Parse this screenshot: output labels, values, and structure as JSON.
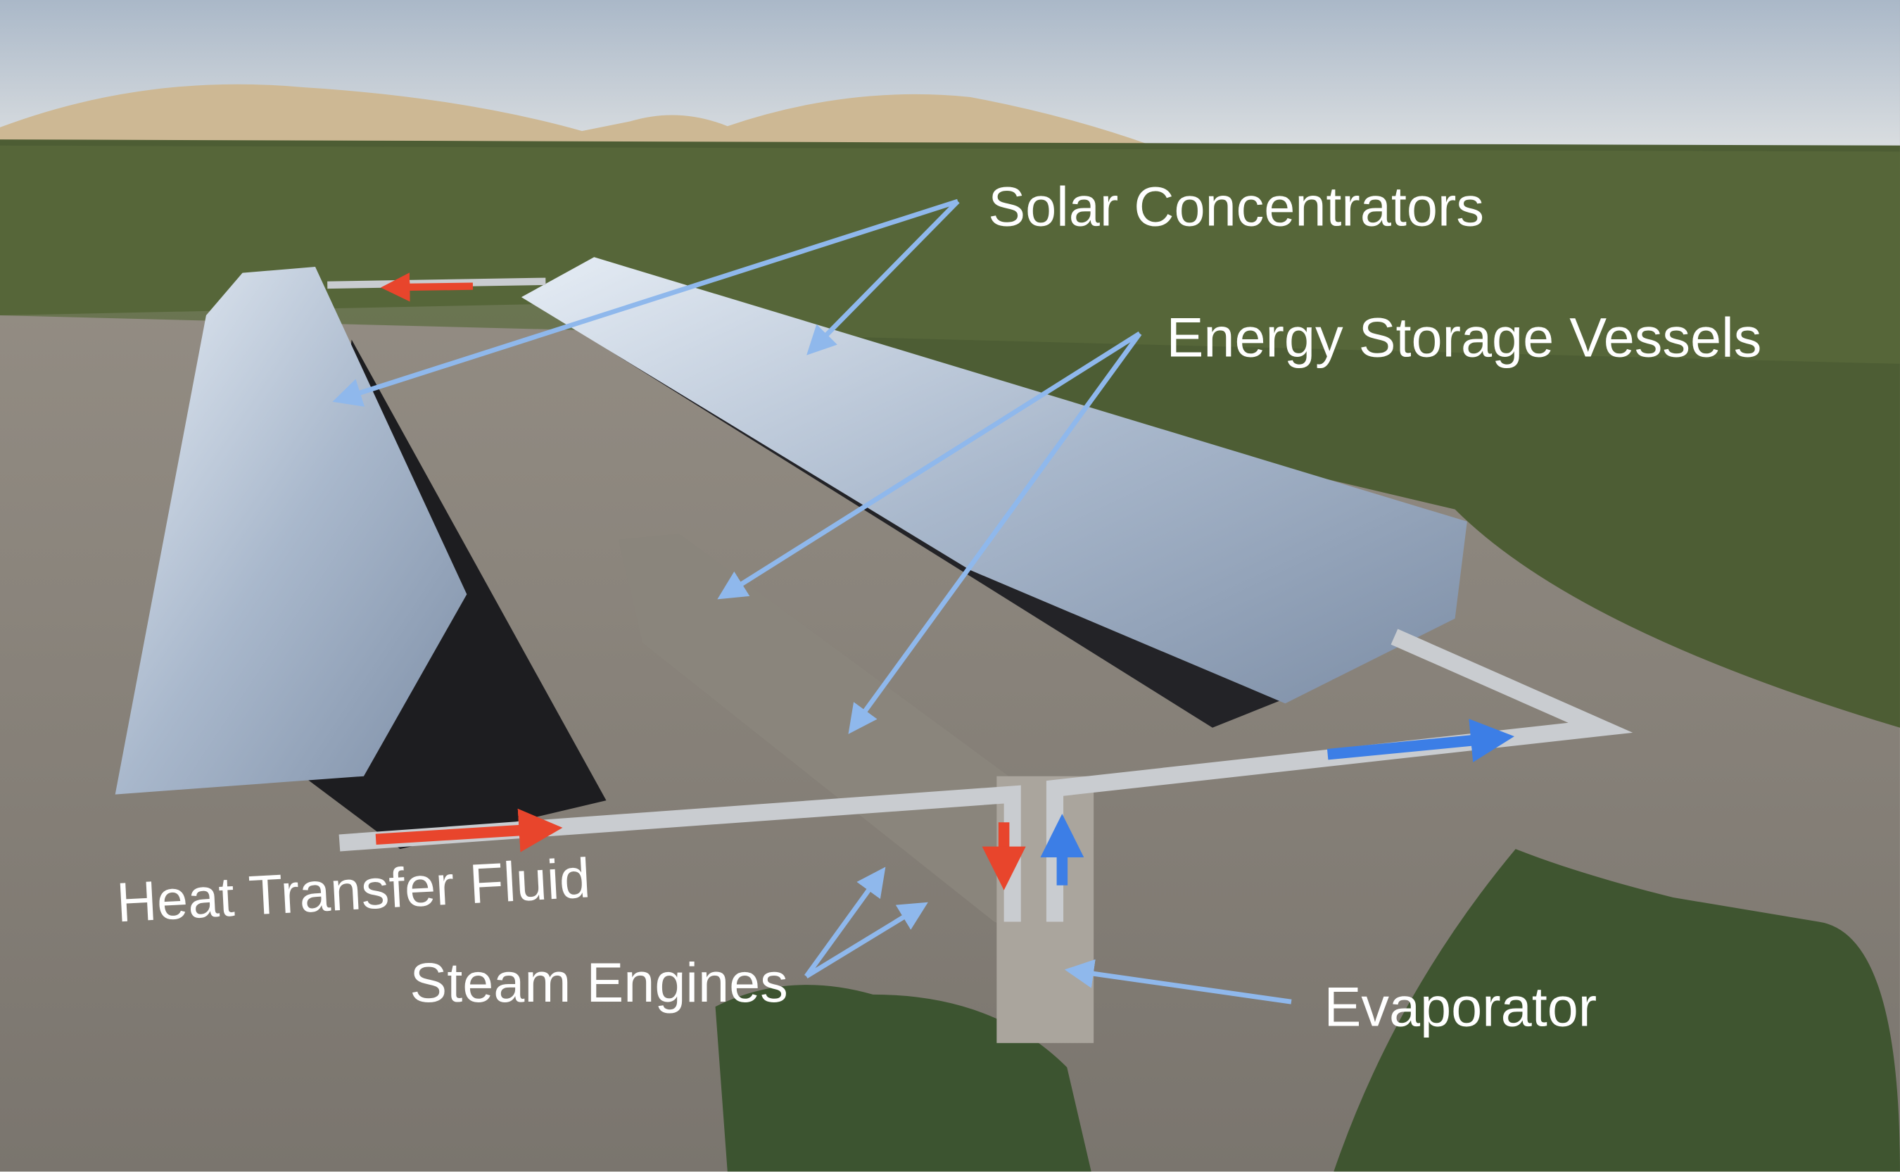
{
  "labels": {
    "solar_concentrators": "Solar Concentrators",
    "energy_storage_vessels": "Energy Storage Vessels",
    "heat_transfer_fluid": "Heat Transfer Fluid",
    "steam_engines": "Steam Engines",
    "evaporator": "Evaporator"
  },
  "colors": {
    "pointer_arrow": "#8fb8ec",
    "hot_flow": "#e8452c",
    "cold_flow": "#3c7ee6",
    "label_text": "#ffffff"
  }
}
